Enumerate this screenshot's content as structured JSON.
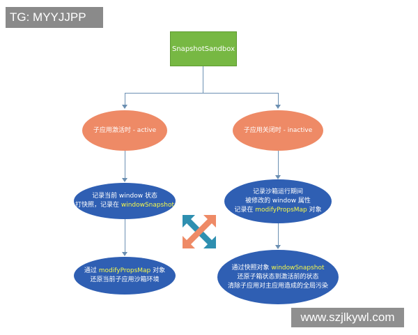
{
  "tag": {
    "text": "TG: MYYJJPP"
  },
  "root": {
    "label": "SnapshotSandbox"
  },
  "left": {
    "state_label": "子应用激活时 - active",
    "step1": {
      "line1": "记录当前 window 状态",
      "line2_prefix": "打快照，记录在 ",
      "line2_hl": "windowSnapshot"
    },
    "step2": {
      "line1_prefix": "通过 ",
      "line1_hl": "modifyPropsMap",
      "line1_suffix": " 对象",
      "line2": "还原当前子应用沙箱环境"
    }
  },
  "right": {
    "state_label": "子应用关闭时 - inactive",
    "step1": {
      "line1": "记录沙箱运行期间",
      "line2": "被修改的 window 属性",
      "line3_prefix": "记录在 ",
      "line3_hl": "modifyPropsMap",
      "line3_suffix": " 对象"
    },
    "step2": {
      "line1_prefix": "通过快照对象 ",
      "line1_hl": "windowSnapshot",
      "line2": "还原子箱状态到激活前的状态",
      "line3": "清除子应用对主应用造成的全局污染"
    }
  },
  "watermark": {
    "text": "www.szjlkywl.com"
  },
  "colors": {
    "root": "#77b843",
    "orange": "#ee8a66",
    "blue": "#2f5fb3",
    "highlight": "#f6f94a",
    "connector": "#6b8fb2",
    "logo_teal": "#2e8fb0",
    "logo_orange": "#ee8a66"
  },
  "icons": {
    "center_logo": "crossed-arrows-logo"
  }
}
